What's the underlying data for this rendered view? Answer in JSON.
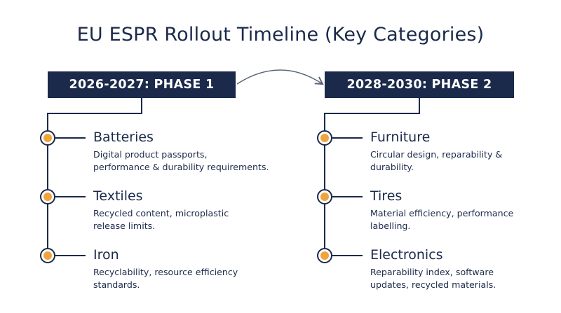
{
  "title": "EU ESPR Rollout Timeline (Key Categories)",
  "colors": {
    "navy": "#1b2a4a",
    "dot": "#f0a43c",
    "arrow": "#5a6478"
  },
  "phases": [
    {
      "label": "2026-2027: PHASE 1",
      "items": [
        {
          "name": "Batteries",
          "desc_lines": [
            "Digital product passports,",
            "performance & durability requirements."
          ]
        },
        {
          "name": "Textiles",
          "desc_lines": [
            "Recycled content, microplastic",
            "release limits."
          ]
        },
        {
          "name": "Iron",
          "desc_lines": [
            "Recyclability, resource efficiency",
            "standards."
          ]
        }
      ]
    },
    {
      "label": "2028-2030: PHASE 2",
      "items": [
        {
          "name": "Furniture",
          "desc_lines": [
            "Circular design, reparability &",
            "durability."
          ]
        },
        {
          "name": "Tires",
          "desc_lines": [
            "Material efficiency, performance",
            "labelling."
          ]
        },
        {
          "name": "Electronics",
          "desc_lines": [
            "Reparability index, software",
            "updates, recycled materials."
          ]
        }
      ]
    }
  ]
}
